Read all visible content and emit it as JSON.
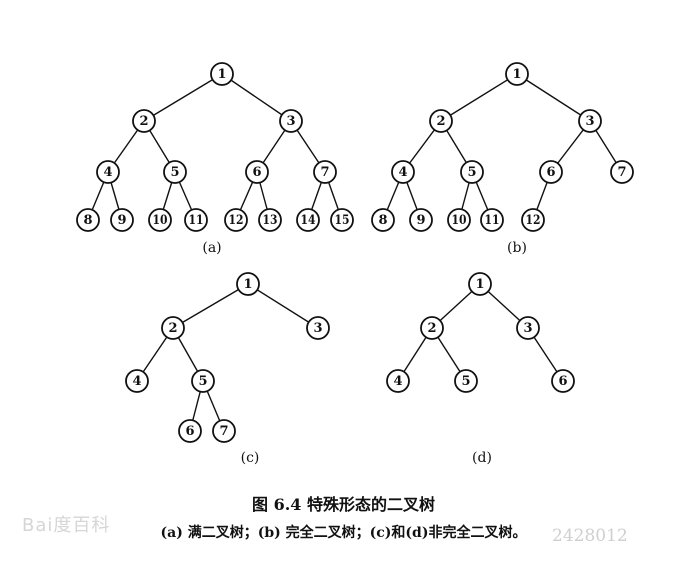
{
  "figure": {
    "title": "图 6.4   特殊形态的二叉树",
    "caption": "(a) 满二叉树；(b) 完全二叉树；(c)和(d)非完全二叉树。"
  },
  "trees": [
    {
      "label": "(a)",
      "nodes": [
        "1",
        "2",
        "3",
        "4",
        "5",
        "6",
        "7",
        "8",
        "9",
        "10",
        "11",
        "12",
        "13",
        "14",
        "15"
      ],
      "edges": [
        [
          "1",
          "2"
        ],
        [
          "1",
          "3"
        ],
        [
          "2",
          "4"
        ],
        [
          "2",
          "5"
        ],
        [
          "3",
          "6"
        ],
        [
          "3",
          "7"
        ],
        [
          "4",
          "8"
        ],
        [
          "4",
          "9"
        ],
        [
          "5",
          "10"
        ],
        [
          "5",
          "11"
        ],
        [
          "6",
          "12"
        ],
        [
          "6",
          "13"
        ],
        [
          "7",
          "14"
        ],
        [
          "7",
          "15"
        ]
      ]
    },
    {
      "label": "(b)",
      "nodes": [
        "1",
        "2",
        "3",
        "4",
        "5",
        "6",
        "7",
        "8",
        "9",
        "10",
        "11",
        "12"
      ],
      "edges": [
        [
          "1",
          "2"
        ],
        [
          "1",
          "3"
        ],
        [
          "2",
          "4"
        ],
        [
          "2",
          "5"
        ],
        [
          "3",
          "6"
        ],
        [
          "3",
          "7"
        ],
        [
          "4",
          "8"
        ],
        [
          "4",
          "9"
        ],
        [
          "5",
          "10"
        ],
        [
          "5",
          "11"
        ],
        [
          "6",
          "12"
        ]
      ]
    },
    {
      "label": "(c)",
      "nodes": [
        "1",
        "2",
        "3",
        "4",
        "5",
        "6",
        "7"
      ],
      "edges": [
        [
          "1",
          "2"
        ],
        [
          "1",
          "3"
        ],
        [
          "2",
          "4"
        ],
        [
          "2",
          "5"
        ],
        [
          "5",
          "6"
        ],
        [
          "5",
          "7"
        ]
      ]
    },
    {
      "label": "(d)",
      "nodes": [
        "1",
        "2",
        "3",
        "4",
        "5",
        "6"
      ],
      "edges": [
        [
          "1",
          "2"
        ],
        [
          "1",
          "3"
        ],
        [
          "2",
          "4"
        ],
        [
          "2",
          "5"
        ],
        [
          "3",
          "6"
        ]
      ]
    }
  ],
  "watermark": {
    "logo": "Bai度百科",
    "id": "2428012"
  }
}
